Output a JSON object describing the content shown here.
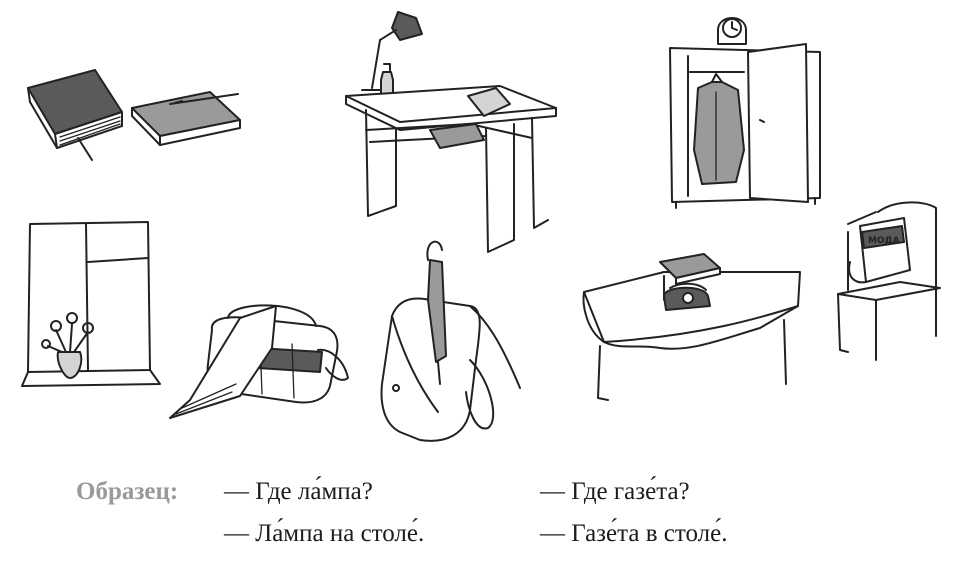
{
  "sample": {
    "label": "Образец:",
    "dialogues": [
      {
        "question": "— Где ла́мпа?",
        "answer": "— Ла́мпа на столе́."
      },
      {
        "question": "— Где газе́та?",
        "answer": "— Газе́та в столе́."
      }
    ]
  },
  "illustrations": {
    "magazine_label": "МОДА"
  }
}
